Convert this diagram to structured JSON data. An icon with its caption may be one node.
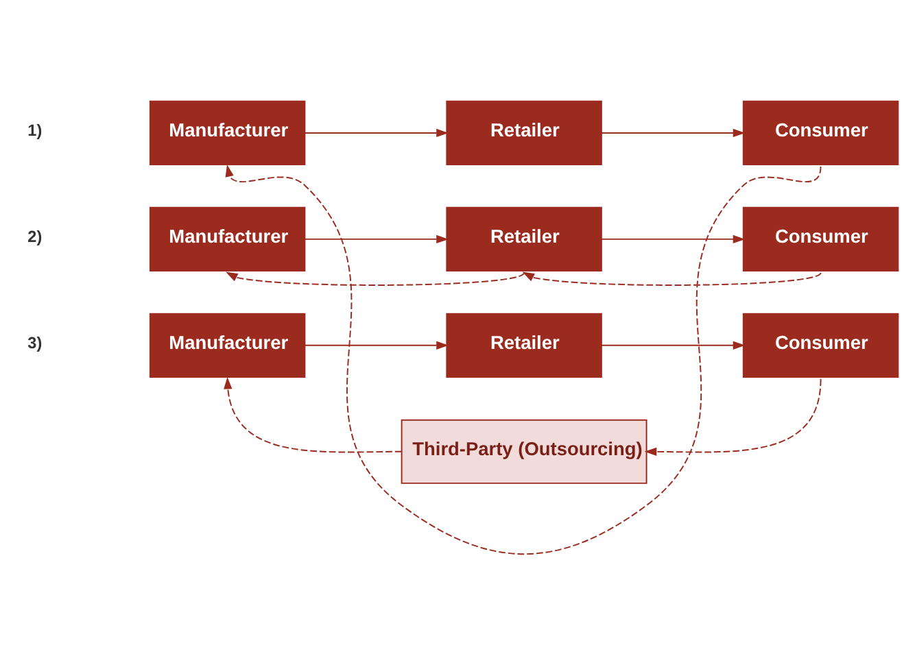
{
  "diagram": {
    "nodes": [
      {
        "text": [
          "Manufacturer"
        ]
      },
      {
        "text": [
          "Retailer"
        ]
      },
      {
        "text": [
          "Consumer"
        ]
      },
      {
        "text": [
          "Manufacturer"
        ]
      },
      {
        "text": [
          "Retailer"
        ]
      },
      {
        "text": [
          "Consumer"
        ]
      },
      {
        "text": [
          "Manufacturer"
        ]
      },
      {
        "text": [
          "Retailer"
        ]
      },
      {
        "text": [
          "Consumer"
        ]
      },
      {
        "text": [
          "Third-Party (Outsourcing)"
        ]
      }
    ],
    "edges": [
      {
        "from": 0,
        "to": 1,
        "arrow": "to"
      },
      {
        "from": 1,
        "to": 2,
        "arrow": "to"
      },
      {
        "from": 2,
        "to": 0,
        "arrow": "to",
        "style": "dashed"
      },
      {
        "from": 3,
        "to": 4,
        "arrow": "to"
      },
      {
        "from": 4,
        "to": 5,
        "arrow": "to"
      },
      {
        "from": 5,
        "to": 4,
        "arrow": "to",
        "style": "dashed"
      },
      {
        "from": 4,
        "to": 3,
        "arrow": "to",
        "style": "dashed"
      },
      {
        "from": 6,
        "to": 7,
        "arrow": "to"
      },
      {
        "from": 7,
        "to": 8,
        "arrow": "to"
      },
      {
        "from": 8,
        "to": 9,
        "arrow": "to",
        "style": "dashed"
      },
      {
        "from": 9,
        "to": 6,
        "arrow": "to",
        "style": "dashed"
      }
    ],
    "labels": [
      "1)",
      "2)",
      "3)"
    ]
  }
}
